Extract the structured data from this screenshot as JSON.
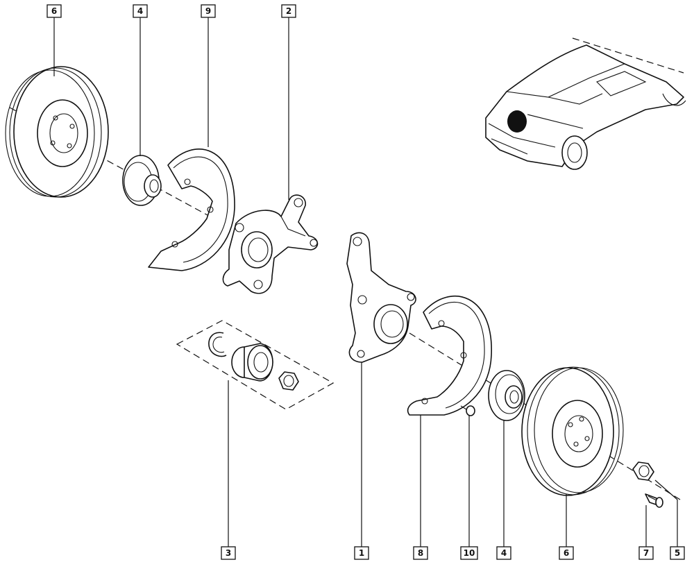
{
  "callouts": {
    "top": [
      "6",
      "4",
      "9",
      "2"
    ],
    "bottom": [
      "3",
      "1",
      "8",
      "10",
      "4",
      "6",
      "7",
      "5"
    ]
  },
  "colors": {
    "ink": "#111111",
    "paper": "#ffffff"
  },
  "icons": [
    "brake-disc-icon",
    "wheel-hub-icon",
    "dust-shield-icon",
    "steering-knuckle-icon",
    "bearing-kit-icon",
    "vehicle-icon",
    "hub-nut-icon",
    "bolt-icon",
    "screw-icon"
  ]
}
